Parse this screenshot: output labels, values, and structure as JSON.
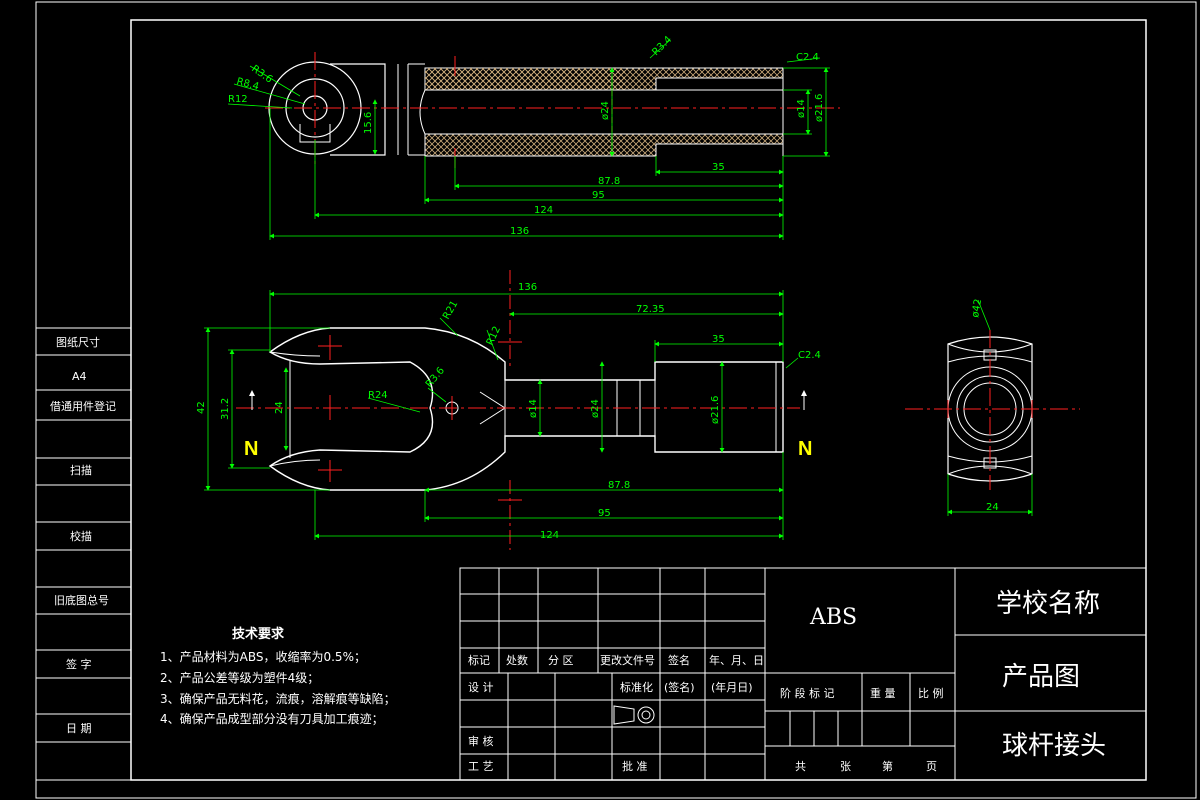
{
  "drawing": {
    "side_panel": {
      "labels": [
        "图纸尺寸",
        "A4",
        "借通用件登记",
        "扫描",
        "校描",
        "旧底图总号",
        "签 字",
        "日 期"
      ]
    },
    "top_view_dims": {
      "r3_6": "R3.6",
      "r8_4": "R8.4",
      "r12": "R12",
      "r3_4": "R3.4",
      "c2_4": "C2.4",
      "d24": "ø24",
      "d14": "ø14",
      "d21_6": "ø21.6",
      "h15_6": "15.6",
      "l35": "35",
      "l87_8": "87.8",
      "l95": "95",
      "l124": "124",
      "l136": "136"
    },
    "front_view_dims": {
      "l136": "136",
      "l72_35": "72.35",
      "r21": "R21",
      "r12": "R12",
      "r24": "R24",
      "r3_6": "R3.6",
      "l35": "35",
      "c2_4": "C2.4",
      "h42": "42",
      "h31_2": "31.2",
      "h24": "24",
      "d14": "ø14",
      "d24": "ø24",
      "d21_6": "ø21.6",
      "l87_8": "87.8",
      "l95": "95",
      "l124": "124",
      "section_left": "N",
      "section_right": "N"
    },
    "end_view_dims": {
      "d42": "ø42",
      "w24": "24"
    },
    "tech_req": {
      "title": "技术要求",
      "items": [
        "1、产品材料为ABS，收缩率为0.5%；",
        "2、产品公差等级为塑件4级；",
        "3、确保产品无料花，流痕，溶解痕等缺陷；",
        "4、确保产品成型部分没有刀具加工痕迹；"
      ]
    },
    "title_block": {
      "material": "ABS",
      "school": "学校名称",
      "drawing_type": "产品图",
      "part_name": "球杆接头",
      "rev_headers": [
        "标记",
        "处数",
        "分 区",
        "更改文件号",
        "签名",
        "年、月、日"
      ],
      "design": "设 计",
      "standardization": "标准化",
      "sign": "(签名)",
      "date": "(年月日)",
      "stage_mark": "阶 段 标 记",
      "weight": "重 量",
      "scale": "比 例",
      "review": "审 核",
      "process": "工 艺",
      "approve": "批 准",
      "sheets": "共",
      "sheets_unit": "张",
      "page": "第",
      "page_unit": "页"
    }
  }
}
